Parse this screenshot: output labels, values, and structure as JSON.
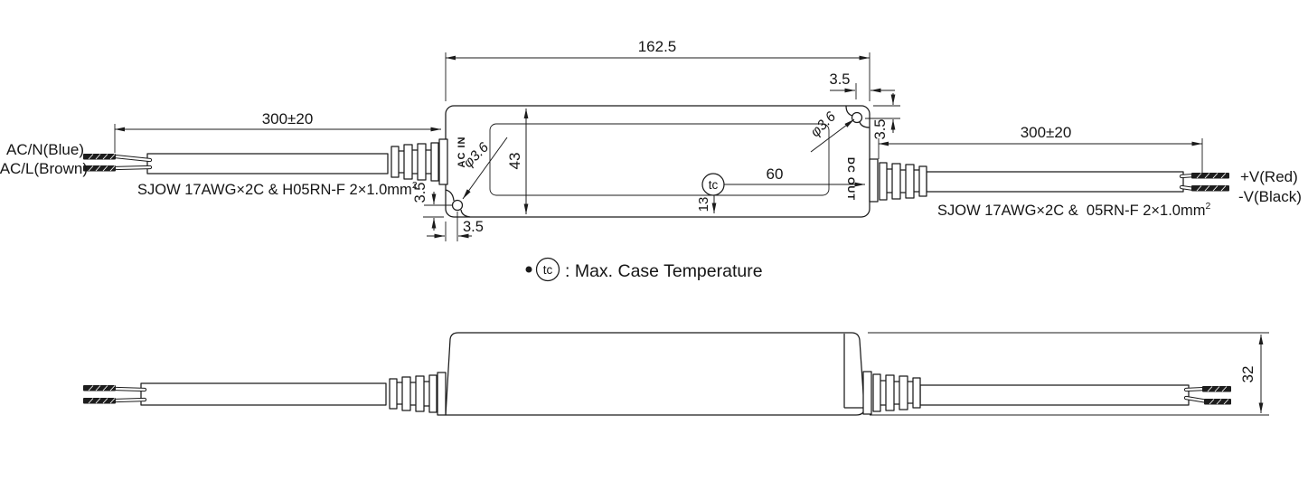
{
  "top_view": {
    "labels": {
      "ac_n": "AC/N(Blue)",
      "ac_l": "AC/L(Brown)",
      "v_pos": "+V(Red)",
      "v_neg": "-V(Black)",
      "ac_in": "AC IN",
      "dc_out": "DC OUT",
      "tc_symbol": "tc"
    },
    "cables": {
      "input_spec": "SJOW 17AWG×2C & H05RN-F 2×1.0mm",
      "input_spec_sup": "2",
      "output_spec": "SJOW 17AWG×2C &  05RN-F 2×1.0mm",
      "output_spec_sup": "2"
    },
    "dimensions": {
      "overall_length": "162.5",
      "input_lead_length": "300±20",
      "output_lead_length": "300±20",
      "body_width": "43",
      "slot_offset_top": "3.5",
      "slot_offset_right": "3.5",
      "slot_offset_bottom": "3.5",
      "slot_offset_left": "3.5",
      "tc_to_right_edge": "60",
      "tc_to_bottom_edge": "13",
      "slot_diameter_left": "φ3.6",
      "slot_diameter_right": "φ3.6"
    }
  },
  "side_view": {
    "dimensions": {
      "case_height": "32"
    }
  },
  "note": {
    "bullet": "•",
    "tc_symbol": "tc",
    "text": ": Max. Case Temperature"
  },
  "colors": {
    "line": "#1b1b1b",
    "background": "#ffffff"
  }
}
